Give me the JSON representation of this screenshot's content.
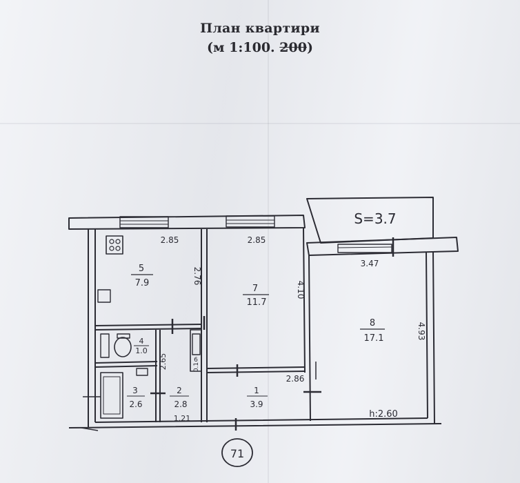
{
  "title": "План квартири",
  "scale": {
    "open": "(м 1:100. ",
    "struck": "200",
    "close": ")"
  },
  "balcony": {
    "label": "S=3.7"
  },
  "rooms": [
    {
      "id": "5",
      "number": "5",
      "area": "7.9"
    },
    {
      "id": "7",
      "number": "7",
      "area": "11.7"
    },
    {
      "id": "8",
      "number": "8",
      "area": "17.1"
    },
    {
      "id": "4",
      "number": "4",
      "area": "1.0"
    },
    {
      "id": "3",
      "number": "3",
      "area": "2.6"
    },
    {
      "id": "2",
      "number": "2",
      "area": "2.8"
    },
    {
      "id": "1",
      "number": "1",
      "area": "3.9"
    },
    {
      "id": "6",
      "number": "6",
      "area": "0.1"
    }
  ],
  "dimensions": {
    "kitchen_width": "2.85",
    "room7_width": "2.85",
    "kitchen_depth": "2.76",
    "room7_depth": "4.10",
    "room8_width": "3.47",
    "room8_depth": "4.93",
    "corridor_width": "2.86",
    "hall_depth": "2.65",
    "hall_width": "1.21"
  },
  "ceiling_height": "h:2.60",
  "apartment_number": "71",
  "colors": {
    "ink": "#2b2b33",
    "paper": "#eceef3"
  }
}
